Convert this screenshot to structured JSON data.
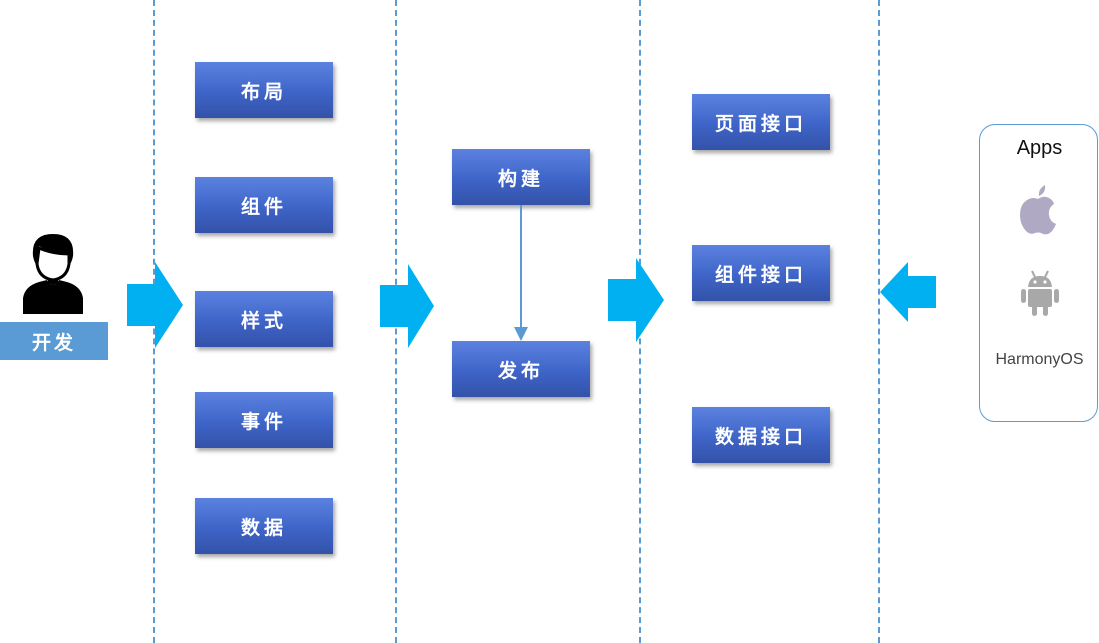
{
  "developer": {
    "label": "开发"
  },
  "design_column": {
    "items": [
      "布局",
      "组件",
      "样式",
      "事件",
      "数据"
    ]
  },
  "build_column": {
    "build": "构建",
    "publish": "发布"
  },
  "interface_column": {
    "items": [
      "页面接口",
      "组件接口",
      "数据接口"
    ]
  },
  "apps": {
    "title": "Apps",
    "platforms": [
      "apple-icon",
      "android-icon"
    ],
    "harmony_label": "HarmonyOS"
  },
  "colors": {
    "box_blue": "#4169cf",
    "dashed_line": "#5b9bd5",
    "arrow_cyan": "#00b0f0",
    "label_blue": "#5b9bd5"
  }
}
